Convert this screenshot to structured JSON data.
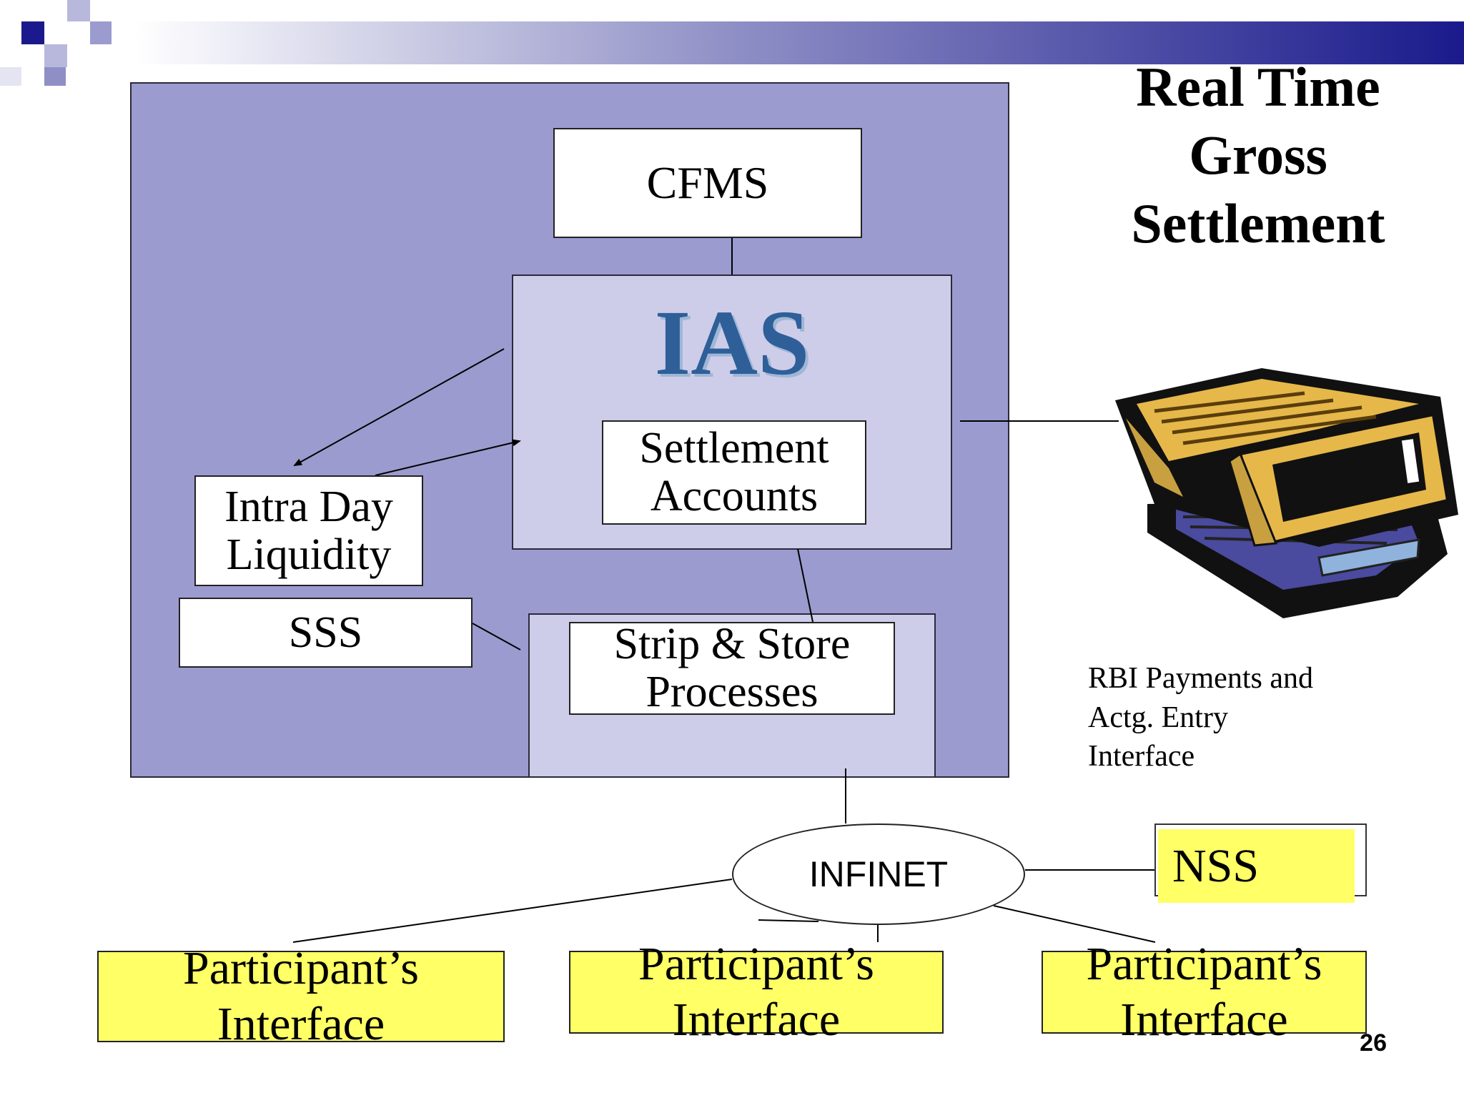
{
  "title": [
    "Real Time",
    "Gross",
    "Settlement"
  ],
  "nodes": {
    "cfms": "CFMS",
    "ias": "IAS",
    "settlement_accounts": [
      "Settlement",
      "Accounts"
    ],
    "intra_day_liquidity": [
      "Intra Day",
      "Liquidity"
    ],
    "sss": "SSS",
    "strip_store": [
      "Strip & Store",
      "Processes"
    ],
    "rbi_interface": [
      "RBI Payments and",
      "Actg. Entry",
      "Interface"
    ],
    "infinet": "INFINET",
    "nss": "NSS",
    "participants": [
      [
        "Participant’s",
        "Interface"
      ],
      [
        "Participant’s",
        "Interface"
      ],
      [
        "Participant’s",
        "Interface"
      ]
    ]
  },
  "computer_icon": "server-computer-icon",
  "page_number": "26",
  "colors": {
    "outer_panel": "#9b9bcf",
    "inner_panel": "#cdcdea",
    "ias_text": "#2f5f98",
    "highlight": "#ffff66",
    "header_bar": "#1a1a8c"
  }
}
